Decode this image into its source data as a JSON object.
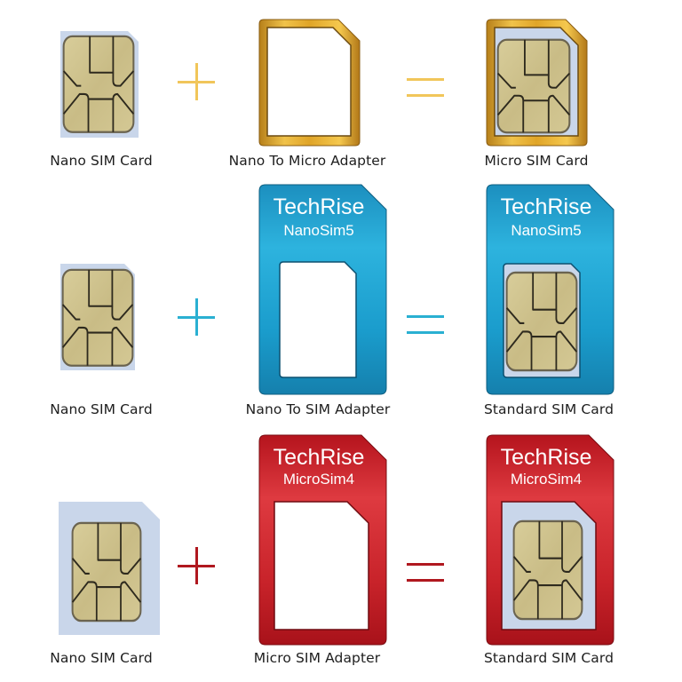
{
  "colors": {
    "gold": "#e2a92a",
    "gold_operator": "#f1c65a",
    "blue": "#1b9bc8",
    "blue_operator": "#2ab0d2",
    "red": "#c8202a",
    "red_operator": "#b0181f",
    "sim_tray": "#c9d6ea",
    "chip": "#cfc391",
    "chip_line": "#2e2a1e"
  },
  "rows": [
    {
      "operator_color": "gold",
      "input": {
        "label": "Nano SIM Card",
        "icon": "nano-sim-card-icon"
      },
      "plus": "+",
      "adapter": {
        "label": "Nano To Micro Adapter",
        "icon": "gold-micro-adapter-icon",
        "brand": "",
        "model": ""
      },
      "equals": "=",
      "result": {
        "label": "Micro SIM Card",
        "icon": "micro-sim-card-icon",
        "brand": "",
        "model": ""
      }
    },
    {
      "operator_color": "blue",
      "input": {
        "label": "Nano SIM Card",
        "icon": "nano-sim-card-icon"
      },
      "plus": "+",
      "adapter": {
        "label": "Nano To SIM Adapter",
        "icon": "blue-standard-adapter-icon",
        "brand": "TechRise",
        "model": "NanoSim5"
      },
      "equals": "=",
      "result": {
        "label": "Standard SIM Card",
        "icon": "standard-sim-card-icon",
        "brand": "TechRise",
        "model": "NanoSim5"
      }
    },
    {
      "operator_color": "red",
      "input": {
        "label": "Nano SIM Card",
        "icon": "nano-sim-card-icon"
      },
      "plus": "+",
      "adapter": {
        "label": "Micro SIM Adapter",
        "icon": "red-standard-adapter-icon",
        "brand": "TechRise",
        "model": "MicroSim4"
      },
      "equals": "=",
      "result": {
        "label": "Standard SIM Card",
        "icon": "standard-sim-card-icon",
        "brand": "TechRise",
        "model": "MicroSim4"
      }
    }
  ]
}
